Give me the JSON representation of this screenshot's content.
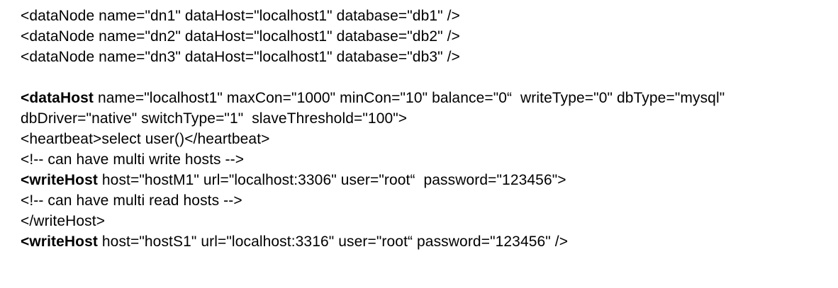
{
  "document": {
    "type": "xml-configuration-snippet",
    "background_color": "#ffffff",
    "text_color": "#000000",
    "lines": [
      {
        "id": "datanode-dn1",
        "bold_prefix": "",
        "text": "<dataNode name=\"dn1\" dataHost=\"localhost1\" database=\"db1\" />"
      },
      {
        "id": "datanode-dn2",
        "bold_prefix": "",
        "text": "<dataNode name=\"dn2\" dataHost=\"localhost1\" database=\"db2\" />"
      },
      {
        "id": "datanode-dn3",
        "bold_prefix": "",
        "text": "<dataNode name=\"dn3\" dataHost=\"localhost1\" database=\"db3\" />"
      },
      {
        "id": "blank-line",
        "bold_prefix": "",
        "text": ""
      },
      {
        "id": "datahost-open",
        "bold_prefix": "<dataHost",
        "text": " name=\"localhost1\" maxCon=\"1000\" minCon=\"10\" balance=\"0“  writeType=\"0\" dbType=\"mysql\""
      },
      {
        "id": "datahost-open-cont",
        "bold_prefix": "",
        "text": "dbDriver=\"native\" switchType=\"1\"  slaveThreshold=\"100\">"
      },
      {
        "id": "heartbeat",
        "bold_prefix": "",
        "text": "<heartbeat>select user()</heartbeat>"
      },
      {
        "id": "comment-multi-write-hosts",
        "bold_prefix": "",
        "text": "<!-- can have multi write hosts -->"
      },
      {
        "id": "writehost-m1",
        "bold_prefix": "<writeHost",
        "text": " host=\"hostM1\" url=\"localhost:3306\" user=\"root“  password=\"123456\">"
      },
      {
        "id": "comment-multi-read-hosts",
        "bold_prefix": "",
        "text": "<!-- can have multi read hosts -->"
      },
      {
        "id": "writehost-close",
        "bold_prefix": "",
        "text": "</writeHost>"
      },
      {
        "id": "writehost-s1",
        "bold_prefix": "<writeHost",
        "text": " host=\"hostS1\" url=\"localhost:3316\" user=\"root“ password=\"123456\" />"
      }
    ]
  }
}
